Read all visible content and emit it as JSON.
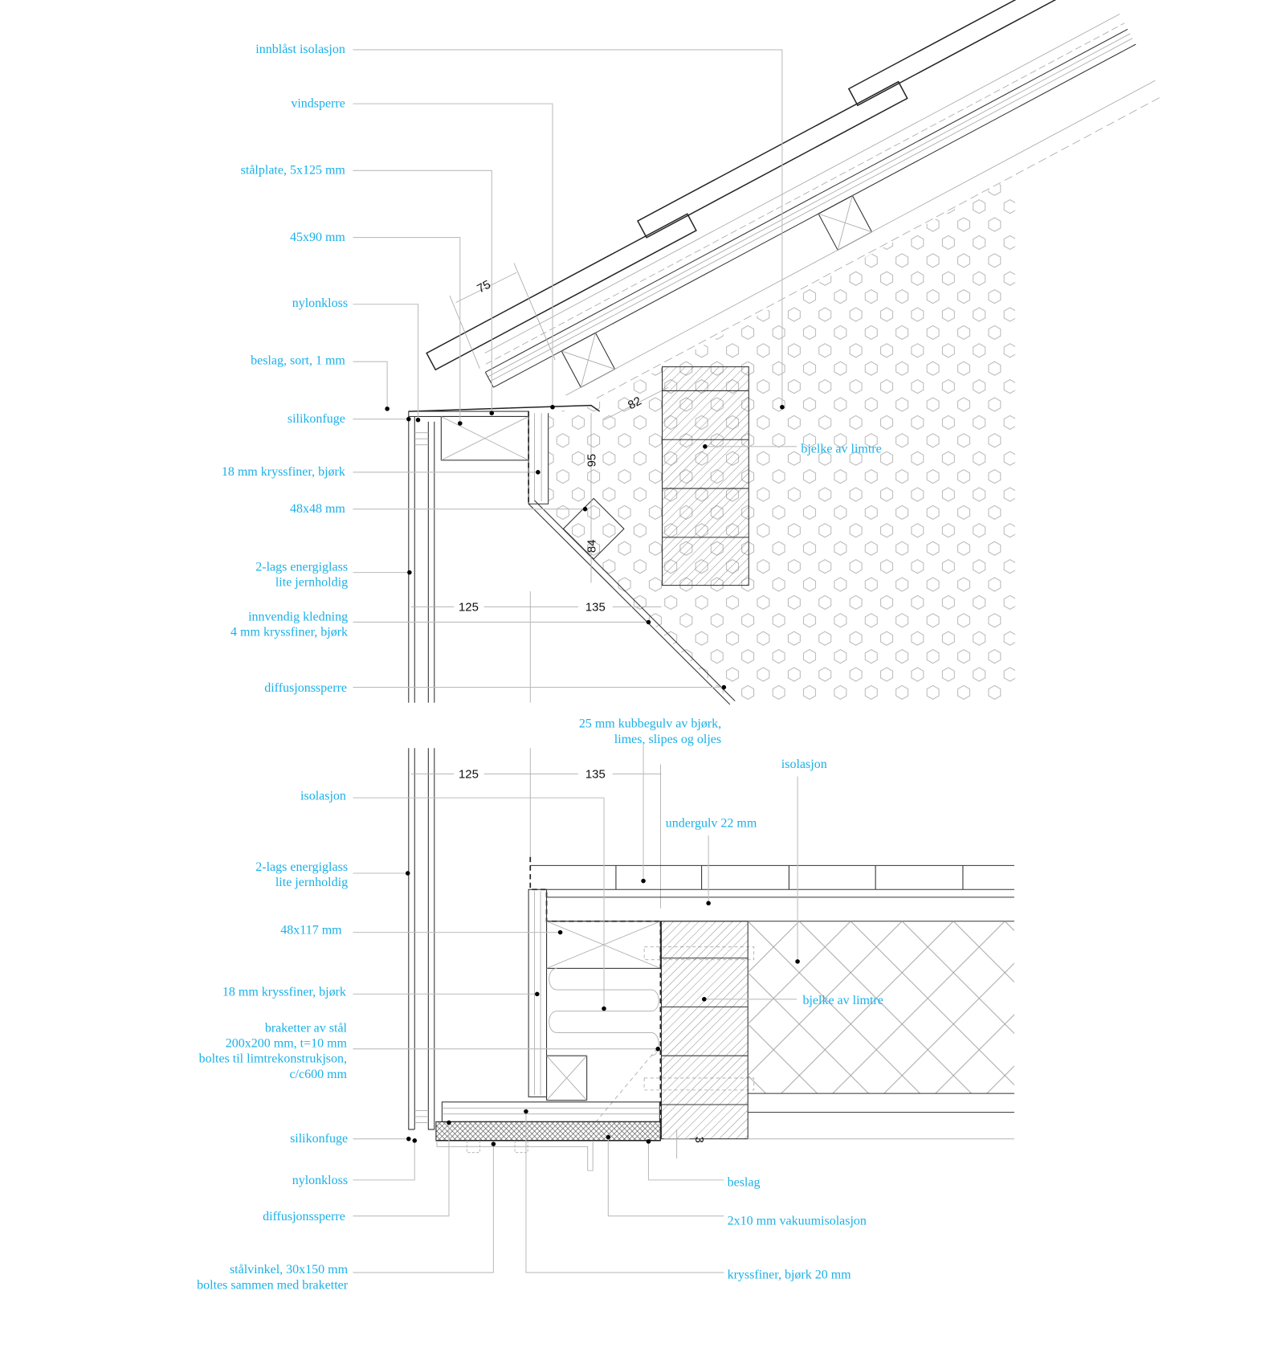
{
  "colors": {
    "label": "#1ab0e8",
    "line": "#333333",
    "leader": "#bdbdbd"
  },
  "top": {
    "labels": {
      "innblast": "innblåst isolasjon",
      "vindsperre": "vindsperre",
      "stalplate": "stålplate, 5x125 mm",
      "batten": "45x90 mm",
      "nylonkloss": "nylonkloss",
      "beslag": "beslag, sort, 1 mm",
      "silikonfuge": "silikonfuge",
      "kryssfiner": "18 mm kryssfiner, bjørk",
      "block": "48x48 mm",
      "glass": [
        "2-lags energiglass",
        "lite jernholdig"
      ],
      "kledning": [
        "innvendig kledning",
        "4 mm kryssfiner, bjørk"
      ],
      "diffusjon": "diffusjonssperre",
      "bjelke": "bjelke av limtre"
    },
    "dims": {
      "d75": "75",
      "d82": "82",
      "d95": "95",
      "d84": "84",
      "d125": "125",
      "d135": "135"
    }
  },
  "bottom": {
    "labels": {
      "kubbegulv": [
        "25 mm kubbegulv av bjørk,",
        "limes, slipes og oljes"
      ],
      "isolasjon_right": "isolasjon",
      "undergulv": "undergulv 22 mm",
      "isolasjon_left": "isolasjon",
      "glass": [
        "2-lags energiglass",
        "lite jernholdig"
      ],
      "stud": "48x117 mm",
      "kryssfiner": "18 mm kryssfiner, bjørk",
      "braketter": [
        "braketter av stål",
        "200x200 mm, t=10 mm",
        "boltes til limtrekonstrukjson,",
        "c/c600 mm"
      ],
      "silikonfuge": "silikonfuge",
      "nylonkloss": "nylonkloss",
      "diffusjon": "diffusjonssperre",
      "stalvinkel": [
        "stålvinkel, 30x150 mm",
        "boltes sammen med braketter"
      ],
      "bjelke": "bjelke av limtre",
      "beslag": "beslag",
      "vakuum": "2x10 mm vakuumisolasjon",
      "kryssfiner20": "kryssfiner, bjørk 20 mm"
    },
    "dims": {
      "d125": "125",
      "d135": "135",
      "d3": "3"
    }
  }
}
